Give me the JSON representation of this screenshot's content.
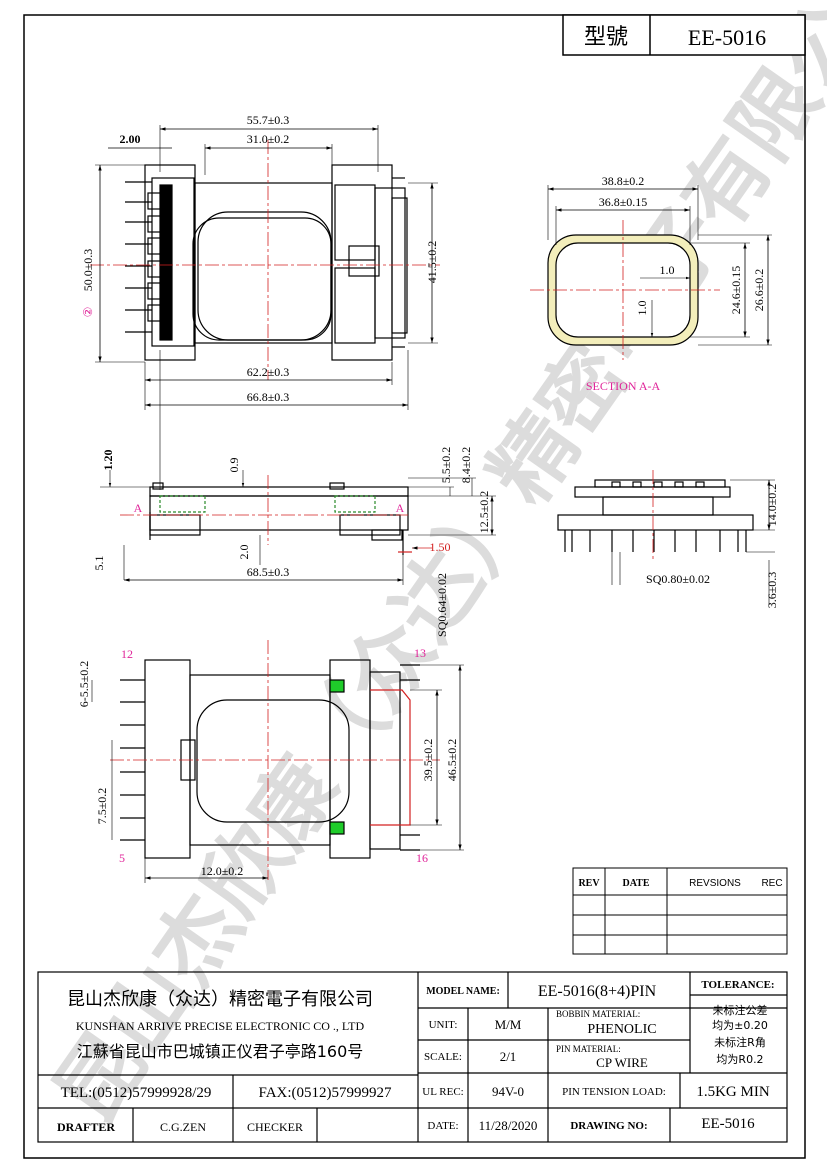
{
  "header": {
    "type_label": "型號",
    "type_value": "EE-5016"
  },
  "colors": {
    "line": "#000000",
    "center_line": "#d32020",
    "pin_label": "#e0259a",
    "bobbin_fill": "#f3eebb",
    "pad_green": "#1fcc2a",
    "watermark": "#d8d8d8"
  },
  "watermark": "昆山杰欣康（众达）精密电子有限公司",
  "top_view": {
    "dims": {
      "w557": "55.7±0.3",
      "w310": "31.0±0.2",
      "w200": "2.00",
      "h500": "50.0±0.3",
      "h415": "41.5±0.2",
      "w622": "62.2±0.3",
      "w668": "66.8±0.3"
    },
    "circle_mark": "②"
  },
  "section": {
    "d388": "38.8±0.2",
    "d368": "36.8±0.15",
    "d10a": "1.0",
    "d10b": "1.0",
    "d246": "24.6±0.15",
    "d266": "26.6±0.2",
    "label": "SECTION A-A"
  },
  "side_view": {
    "d120": "1.20",
    "d09": "0.9",
    "d55": "5.5±0.2",
    "d84": "8.4±0.2",
    "d125": "12.5±0.2",
    "d20": "2.0",
    "d150": "1.50",
    "d51": "5.1",
    "d685": "68.5±0.3",
    "sq064": "SQ0.64±0.02",
    "a1": "A",
    "a2": "A"
  },
  "end_view": {
    "d140": "14.0±0.2",
    "sq080": "SQ0.80±0.02",
    "d36": "3.6±0.3"
  },
  "bottom_view": {
    "pin12": "12",
    "pin13": "13",
    "pin5": "5",
    "pin16": "16",
    "d655": "6-5.5±0.2",
    "d75": "7.5±0.2",
    "d395": "39.5±0.2",
    "d465": "46.5±0.2",
    "d120": "12.0±0.2"
  },
  "revision": {
    "rev": "REV",
    "date": "DATE",
    "revisions": "REVSIONS",
    "rec": "REC"
  },
  "title_block": {
    "company_cn": "昆山杰欣康（众达）精密電子有限公司",
    "company_en": "KUNSHAN ARRIVE PRECISE ELECTRONIC CO ., LTD",
    "address": "江蘇省昆山市巴城镇正仪君子亭路160号",
    "tel": "TEL:(0512)57999928/29",
    "fax": "FAX:(0512)57999927",
    "drafter_label": "DRAFTER",
    "drafter": "C.G.ZEN",
    "checker_label": "CHECKER",
    "model_label": "MODEL NAME:",
    "model": "EE-5016(8+4)PIN",
    "tolerance_label": "TOLERANCE:",
    "unit_label": "UNIT:",
    "unit": "M/M",
    "bobbin_label": "BOBBIN MATERIAL:",
    "bobbin": "PHENOLIC",
    "tol_note1": "未标注公差",
    "tol_note2": "均为±0.20",
    "tol_note3": "未标注R角",
    "tol_note4": "均为R0.2",
    "scale_label": "SCALE:",
    "scale": "2/1",
    "pin_mat_label": "PIN MATERIAL:",
    "pin_mat": "CP WIRE",
    "ul_label": "UL REC:",
    "ul": "94V-0",
    "tension_label": "PIN TENSION LOAD:",
    "tension": "1.5KG MIN",
    "date_label": "DATE:",
    "date": "11/28/2020",
    "drawing_label": "DRAWING NO:",
    "drawing": "EE-5016"
  }
}
